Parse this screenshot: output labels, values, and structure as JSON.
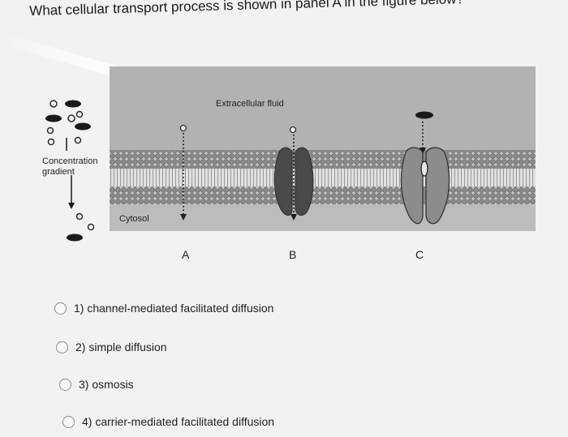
{
  "question": "What cellular transport process is shown in panel A in the figure below?",
  "figure": {
    "extracellular_label": "Extracellular fluid",
    "concentration_label_line1": "Concentration",
    "concentration_label_line2": "gradient",
    "cytosol_label": "Cytosol",
    "panels": [
      "A",
      "B",
      "C"
    ]
  },
  "options": [
    {
      "label": "1) channel-mediated facilitated diffusion",
      "selected": false
    },
    {
      "label": "2) simple diffusion",
      "selected": false
    },
    {
      "label": "3) osmosis",
      "selected": false
    },
    {
      "label": "4) carrier-mediated facilitated diffusion",
      "selected": false
    }
  ],
  "colors": {
    "page_background": "#f2f2f2",
    "figure_fluid": "#b2b2b2",
    "membrane_head": "#8a8a8a",
    "channel_protein": "#4a4a4a",
    "carrier_protein": "#8c8c8c"
  }
}
